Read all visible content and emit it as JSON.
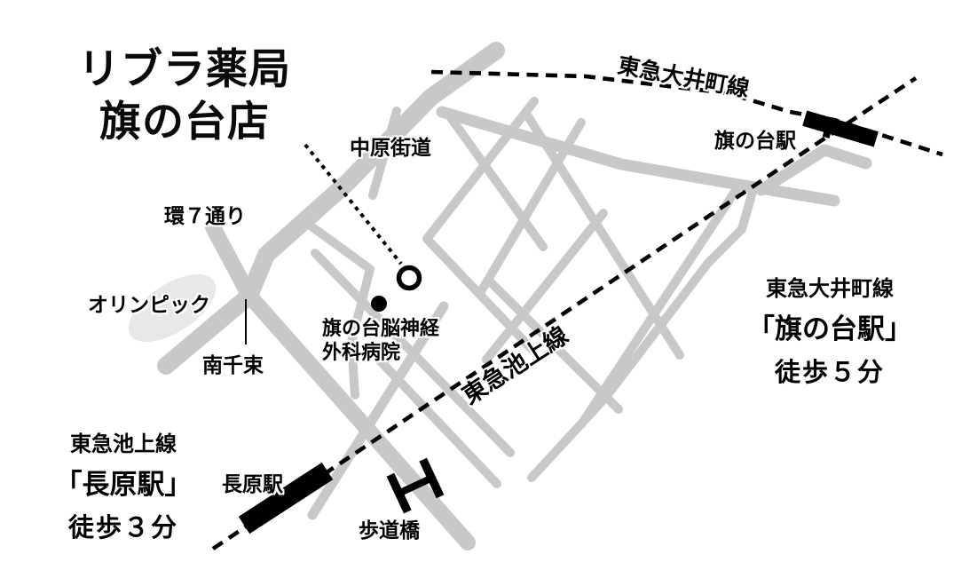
{
  "title": {
    "line1": "リブラ薬局",
    "line2": "旗の台店"
  },
  "map_labels": {
    "nakahara_kaido": "中原街道",
    "kan7_dori": "環７通り",
    "olympic": "オリンピック",
    "minami_senzoku": "南千束",
    "hospital_line1": "旗の台脳神経",
    "hospital_line2": "外科病院",
    "oimachi_line": "東急大井町線",
    "ikegami_line": "東急池上線",
    "hatanodai_station": "旗の台駅",
    "nagahara_station": "長原駅",
    "pedestrian_bridge": "歩道橋"
  },
  "access_info": {
    "hatanodai": {
      "line": "東急大井町線",
      "station": "「旗の台駅」",
      "walk": "徒歩５分"
    },
    "nagahara": {
      "line": "東急池上線",
      "station": "「長原駅」",
      "walk": "徒歩３分"
    }
  },
  "legend": {
    "pharmacy_marker": "pharmacy-location-circle",
    "hospital_marker": "hospital-dot",
    "station_marker": "black-bar",
    "railway_style": "dashed-line",
    "road_style": "gray-line"
  },
  "colors": {
    "background": "#ffffff",
    "road": "#c8c8c8",
    "road_light_area": "#e8e8e8",
    "ink": "#000000"
  }
}
